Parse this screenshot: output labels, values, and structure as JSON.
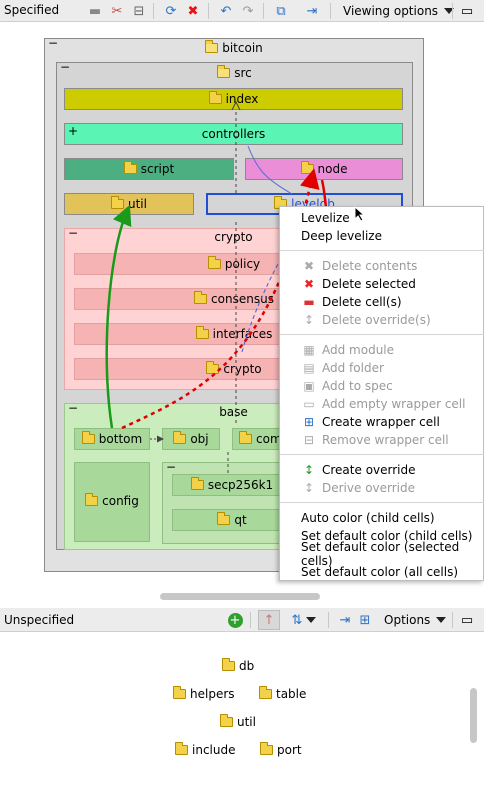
{
  "top_toolbar": {
    "title": "Specified",
    "viewing_options": "Viewing options"
  },
  "diagram": {
    "bitcoin": "bitcoin",
    "src": "src",
    "index": "index",
    "controllers": "controllers",
    "script": "script",
    "node": "node",
    "util": "util",
    "leveldb": "leveldb",
    "crypto_group": "crypto",
    "policy": "policy",
    "consensus": "consensus",
    "interfaces": "interfaces",
    "crypto_inner": "crypto",
    "base": "base",
    "bottom": "bottom",
    "obj": "obj",
    "com": "com",
    "config": "config",
    "secp256k1": "secp256k1",
    "qt": "qt"
  },
  "context_menu": {
    "levelize": "Levelize",
    "deep_levelize": "Deep levelize",
    "delete_contents": "Delete contents",
    "delete_selected": "Delete selected",
    "delete_cells": "Delete cell(s)",
    "delete_overrides": "Delete override(s)",
    "add_module": "Add module",
    "add_folder": "Add folder",
    "add_to_spec": "Add to spec",
    "add_empty_wrapper": "Add empty wrapper cell",
    "create_wrapper": "Create wrapper cell",
    "remove_wrapper": "Remove wrapper cell",
    "create_override": "Create override",
    "derive_override": "Derive override",
    "auto_color": "Auto color (child cells)",
    "default_color_child": "Set default color (child cells)",
    "default_color_selected": "Set default color (selected cells)",
    "default_color_all": "Set default color (all cells)"
  },
  "bottom_toolbar": {
    "title": "Unspecified",
    "options": "Options"
  },
  "unspecified_items": {
    "db": "db",
    "helpers": "helpers",
    "table": "table",
    "util": "util",
    "include": "include",
    "port": "port"
  },
  "colors": {
    "index": "#cccc00",
    "controllers": "#5af5b4",
    "script": "#4caf82",
    "node": "#ea8ed8",
    "util": "#e2c35a",
    "crypto_bg": "#ffd3d3",
    "crypto_cell": "#f6b3b3",
    "base_bg": "#cbecbc",
    "base_cell": "#a9d99a",
    "selection": "#1f4fd6"
  }
}
